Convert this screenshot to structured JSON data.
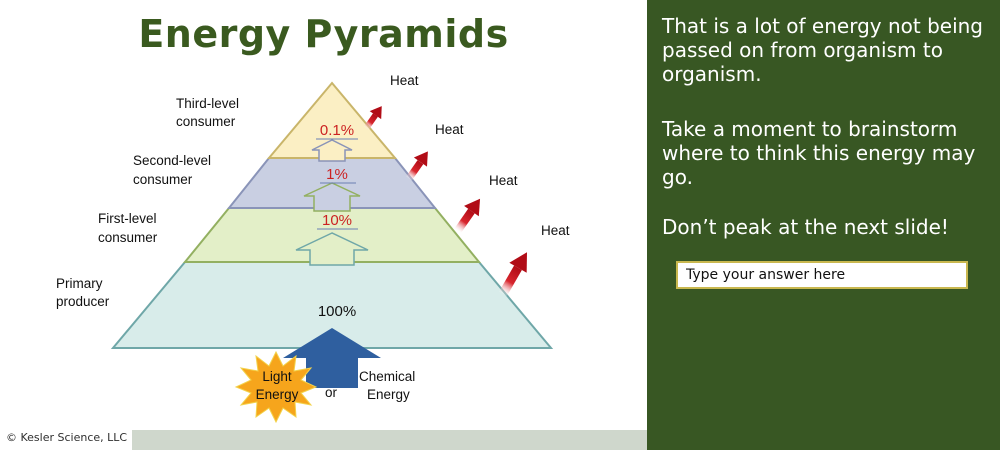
{
  "slide": {
    "title": "Energy Pyramids",
    "copyright": "© Kesler Science, LLC"
  },
  "pyramid": {
    "levels": [
      {
        "label_line1": "Third-level",
        "label_line2": "consumer",
        "percent": "0.1%",
        "heat": "Heat"
      },
      {
        "label_line1": "Second-level",
        "label_line2": "consumer",
        "percent": "1%",
        "heat": "Heat"
      },
      {
        "label_line1": "First-level",
        "label_line2": "consumer",
        "percent": "10%",
        "heat": "Heat"
      },
      {
        "label_line1": "Primary",
        "label_line2": "producer",
        "percent": "100%",
        "heat": "Heat"
      }
    ],
    "sources": {
      "light_line1": "Light",
      "light_line2": "Energy",
      "or": "or",
      "chemical_line1": "Chemical",
      "chemical_line2": "Energy"
    },
    "colors": {
      "third": "#fbefc4",
      "second": "#c9cfe2",
      "first": "#e3efc8",
      "primary": "#d8ecea",
      "percent_red": "#cc2222",
      "heat_arrow": "#c0121b",
      "source_arrow": "#2f5f9f",
      "sun": "#f6a51c"
    }
  },
  "sidebar": {
    "paragraph1": "That is a lot of energy not being passed on from organism to organism.",
    "paragraph2": "Take a moment to brainstorm where to think this energy may go.",
    "paragraph3": "Don’t peak at the next slide!",
    "answer_placeholder": "Type your answer here",
    "background": "#385723"
  }
}
